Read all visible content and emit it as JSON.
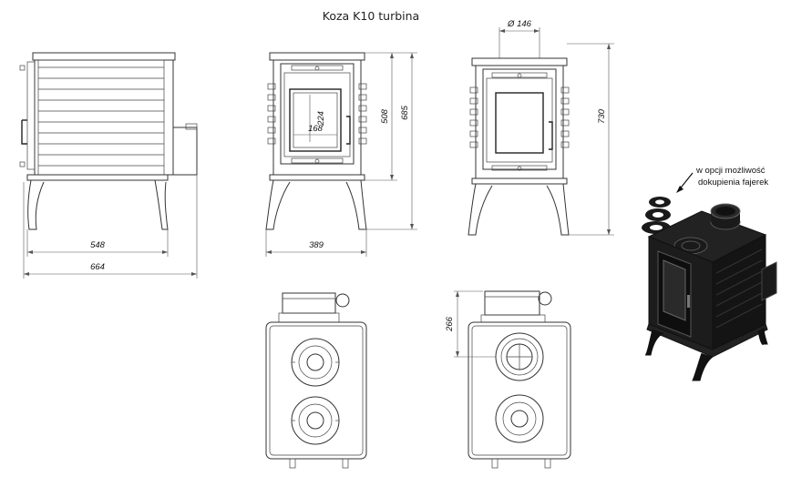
{
  "title": "Koza K10 turbina",
  "dimensions": {
    "flue_diameter": "Ø 146",
    "door_glass_height": "224",
    "door_glass_width": "168",
    "body_height": "508",
    "leg_height_total": "685",
    "total_height": "730",
    "depth_body": "548",
    "depth_total": "664",
    "width": "389",
    "flue_offset": "266"
  },
  "note": {
    "line1": "w opcji możliwość",
    "line2": "dokupienia fajerek"
  },
  "colors": {
    "line": "#333333",
    "stove_body": "#1a1a1a",
    "background": "#ffffff"
  }
}
